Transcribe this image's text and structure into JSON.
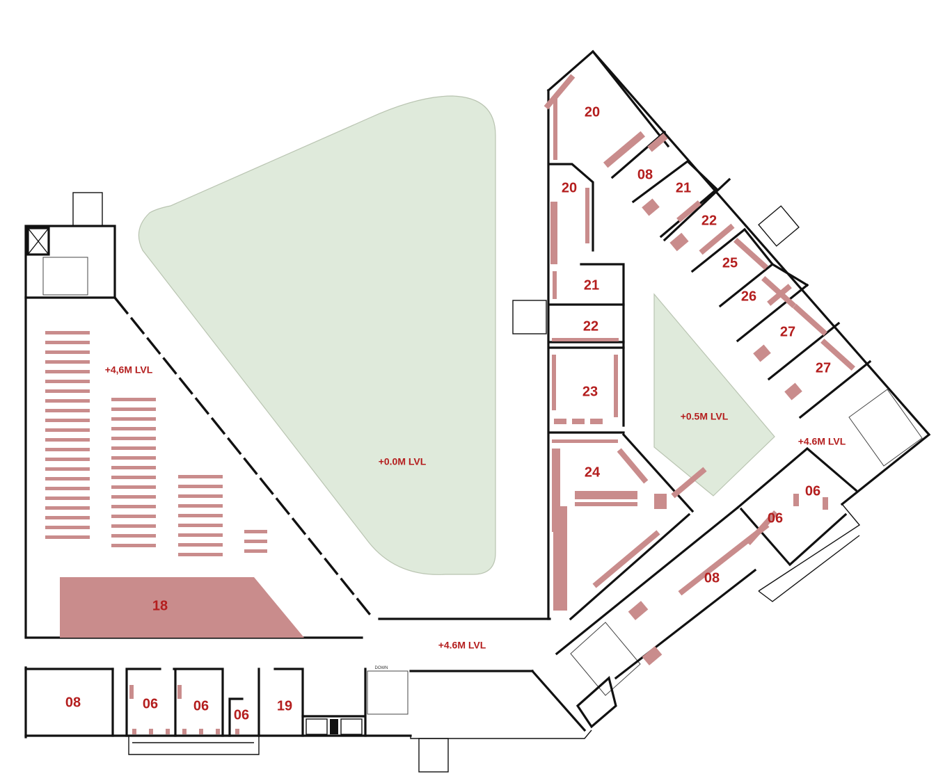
{
  "colors": {
    "courtyard": "#dfeadb",
    "furniture": "#c98c8c",
    "text": "#b41e1e",
    "walls": "#111111"
  },
  "levels": {
    "courtyard_main": "+0.0M  LVL",
    "courtyard_small": "+0.5M LVL",
    "auditorium": "+4,6M  LVL",
    "corridor_south": "+4.6M LVL",
    "corridor_east": "+4.6M LVL"
  },
  "rooms": {
    "r18": "18",
    "r08_sw": "08",
    "r06_a": "06",
    "r06_b": "06",
    "r06_c": "06",
    "r19": "19",
    "r20_top": "20",
    "r20_mid": "20",
    "r21_left": "21",
    "r22_left": "22",
    "r23": "23",
    "r24": "24",
    "r08_ne": "08",
    "r21_right": "21",
    "r22_right": "22",
    "r25": "25",
    "r26": "26",
    "r27_a": "27",
    "r27_b": "27",
    "r06_e1": "06",
    "r06_e2": "06",
    "r08_se": "08"
  },
  "stair_label": "DOWN"
}
